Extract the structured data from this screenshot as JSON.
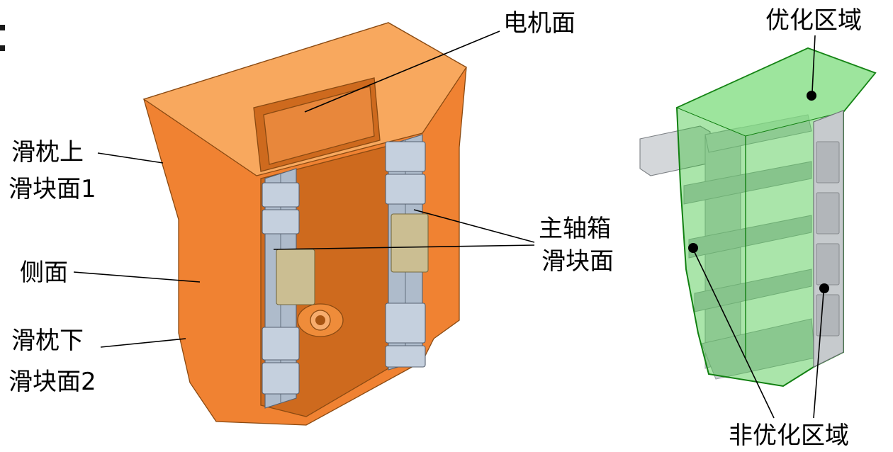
{
  "labels": {
    "motor_face": "电机面",
    "ram_upper_slider_line1": "滑枕上",
    "ram_upper_slider_line2": "滑块面1",
    "side_face": "侧面",
    "ram_lower_slider_line1": "滑枕下",
    "ram_lower_slider_line2": "滑块面2",
    "spindle_box_line1": "主轴箱",
    "spindle_box_line2": "滑块面",
    "optimized_region": "优化区域",
    "non_optimized_region": "非优化区域"
  },
  "colors": {
    "background": "#FFFFFF",
    "ram_orange": "#F08232",
    "ram_orange_light": "#F8A85E",
    "ram_orange_dark": "#CE6A1E",
    "rail_gray_blue": "#AEBBCB",
    "slider_block_blue": "#C5D0DE",
    "slider_block_tan": "#CBBE92",
    "optimized_green": "#35C135",
    "rib_gray": "#C3C7CB",
    "rail_gray": "#C6CACD",
    "leader_line": "#000000"
  }
}
